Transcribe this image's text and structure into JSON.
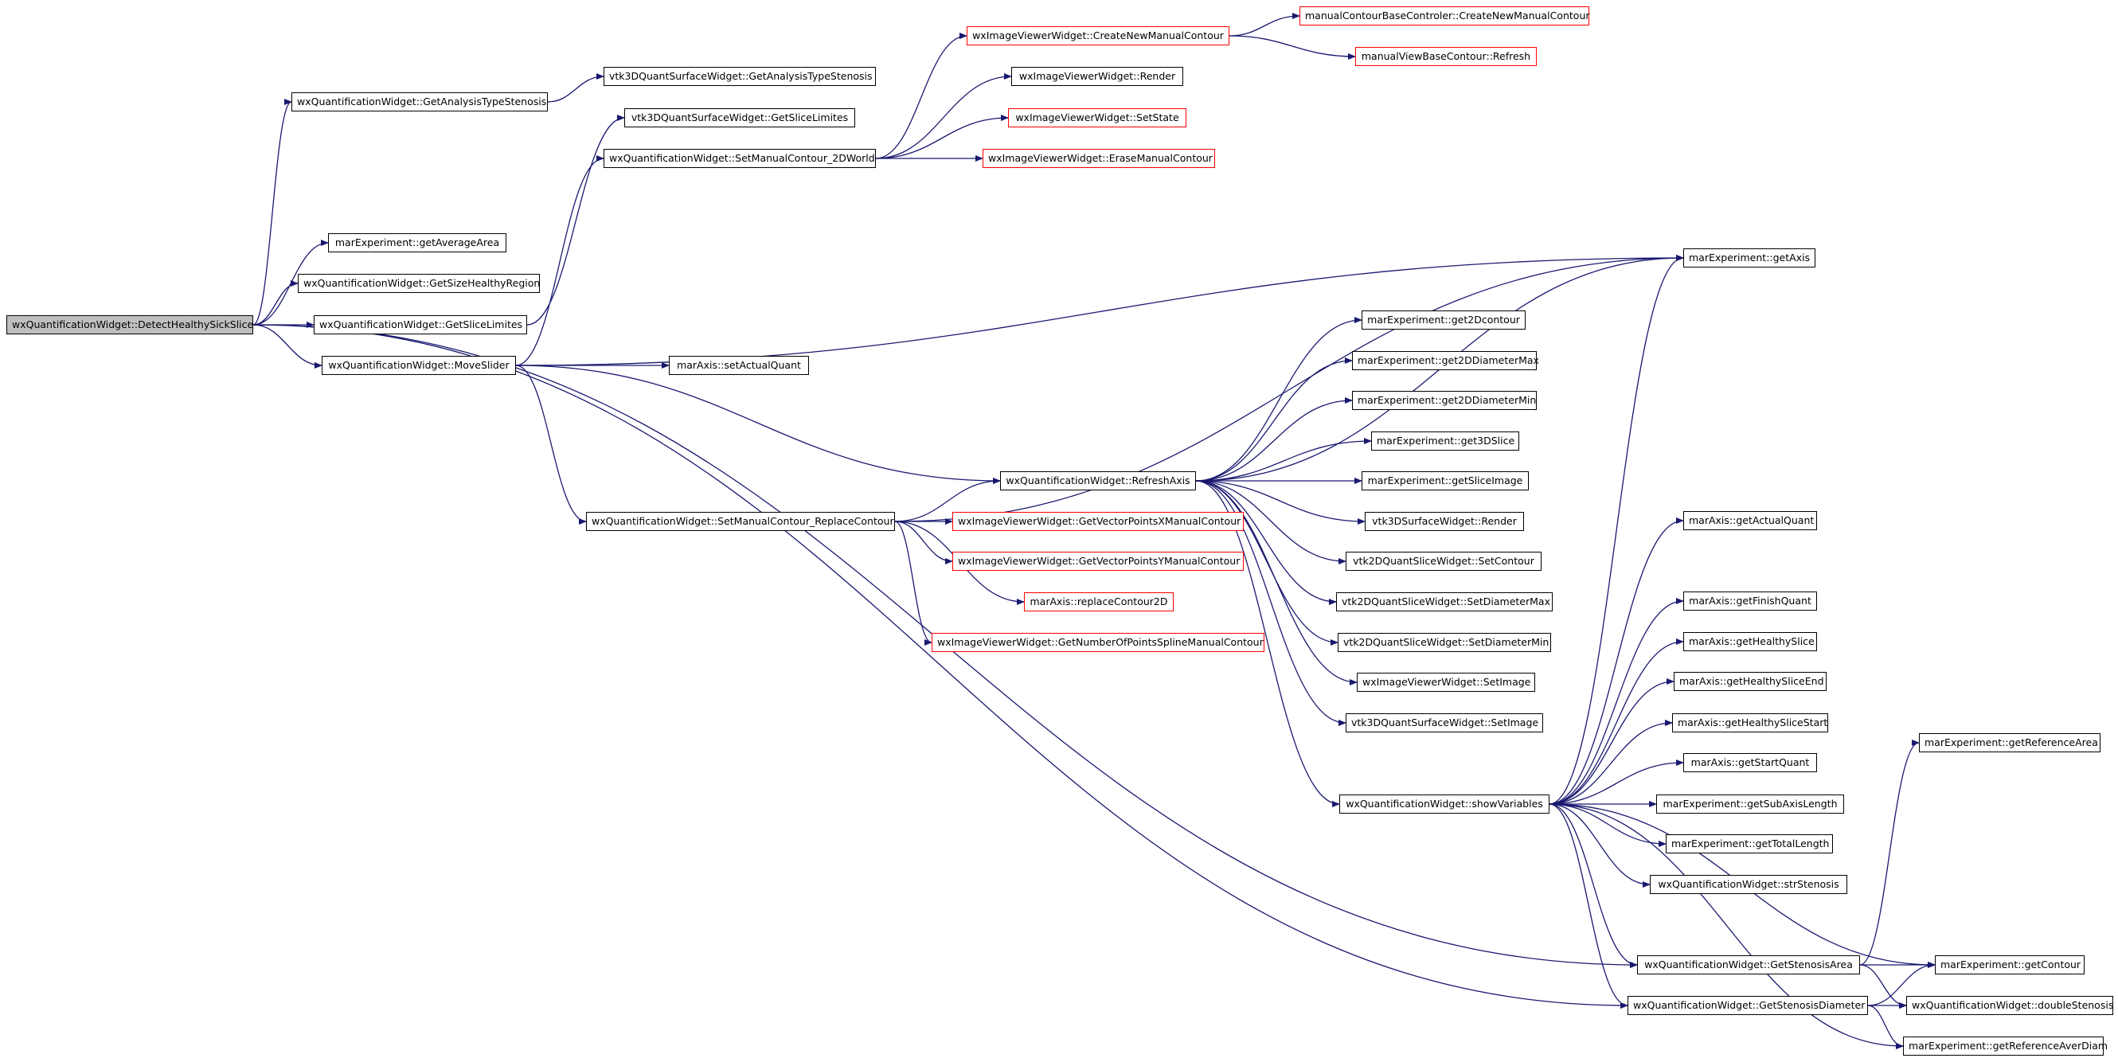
{
  "colors": {
    "edge": "#191970",
    "node_border": "#000000",
    "incomplete_border": "#ff0000",
    "root_fill": "#bfbfbf"
  },
  "nodes": [
    {
      "id": "n0",
      "label": "wxQuantificationWidget::DetectHealthySickSlice",
      "style": "root"
    },
    {
      "id": "n1",
      "label": "wxQuantificationWidget::GetAnalysisTypeStenosis",
      "style": "normal"
    },
    {
      "id": "n2",
      "label": "vtk3DQuantSurfaceWidget::GetAnalysisTypeStenosis",
      "style": "normal"
    },
    {
      "id": "n3",
      "label": "marExperiment::getAverageArea",
      "style": "normal"
    },
    {
      "id": "n4",
      "label": "wxQuantificationWidget::GetSizeHealthyRegion",
      "style": "normal"
    },
    {
      "id": "n5",
      "label": "wxQuantificationWidget::GetSliceLimites",
      "style": "normal"
    },
    {
      "id": "n6",
      "label": "vtk3DQuantSurfaceWidget::GetSliceLimites",
      "style": "normal"
    },
    {
      "id": "n7",
      "label": "wxQuantificationWidget::MoveSlider",
      "style": "normal"
    },
    {
      "id": "n8",
      "label": "marAxis::setActualQuant",
      "style": "normal"
    },
    {
      "id": "n9",
      "label": "wxQuantificationWidget::SetManualContour_2DWorld",
      "style": "normal"
    },
    {
      "id": "n10",
      "label": "wxImageViewerWidget::CreateNewManualContour",
      "style": "incomplete"
    },
    {
      "id": "n11",
      "label": "manualContourBaseControler::CreateNewManualContour",
      "style": "incomplete"
    },
    {
      "id": "n12",
      "label": "manualViewBaseContour::Refresh",
      "style": "incomplete"
    },
    {
      "id": "n13",
      "label": "wxImageViewerWidget::Render",
      "style": "normal"
    },
    {
      "id": "n14",
      "label": "wxImageViewerWidget::SetState",
      "style": "incomplete"
    },
    {
      "id": "n15",
      "label": "wxImageViewerWidget::EraseManualContour",
      "style": "incomplete"
    },
    {
      "id": "n16",
      "label": "marExperiment::getAxis",
      "style": "normal"
    },
    {
      "id": "n17",
      "label": "wxQuantificationWidget::RefreshAxis",
      "style": "normal"
    },
    {
      "id": "n18",
      "label": "wxQuantificationWidget::SetManualContour_ReplaceContour",
      "style": "normal"
    },
    {
      "id": "n19",
      "label": "wxImageViewerWidget::GetVectorPointsXManualContour",
      "style": "incomplete"
    },
    {
      "id": "n20",
      "label": "wxImageViewerWidget::GetVectorPointsYManualContour",
      "style": "incomplete"
    },
    {
      "id": "n21",
      "label": "marAxis::replaceContour2D",
      "style": "incomplete"
    },
    {
      "id": "n22",
      "label": "wxImageViewerWidget::GetNumberOfPointsSplineManualContour",
      "style": "incomplete"
    },
    {
      "id": "n23",
      "label": "marExperiment::get2Dcontour",
      "style": "normal"
    },
    {
      "id": "n24",
      "label": "marExperiment::get2DDiameterMax",
      "style": "normal"
    },
    {
      "id": "n25",
      "label": "marExperiment::get2DDiameterMin",
      "style": "normal"
    },
    {
      "id": "n26",
      "label": "marExperiment::get3DSlice",
      "style": "normal"
    },
    {
      "id": "n27",
      "label": "marExperiment::getSliceImage",
      "style": "normal"
    },
    {
      "id": "n28",
      "label": "vtk3DSurfaceWidget::Render",
      "style": "normal"
    },
    {
      "id": "n29",
      "label": "vtk2DQuantSliceWidget::SetContour",
      "style": "normal"
    },
    {
      "id": "n30",
      "label": "vtk2DQuantSliceWidget::SetDiameterMax",
      "style": "normal"
    },
    {
      "id": "n31",
      "label": "vtk2DQuantSliceWidget::SetDiameterMin",
      "style": "normal"
    },
    {
      "id": "n32",
      "label": "wxImageViewerWidget::SetImage",
      "style": "normal"
    },
    {
      "id": "n33",
      "label": "vtk3DQuantSurfaceWidget::SetImage",
      "style": "normal"
    },
    {
      "id": "n34",
      "label": "wxQuantificationWidget::showVariables",
      "style": "normal"
    },
    {
      "id": "n35",
      "label": "marAxis::getActualQuant",
      "style": "normal"
    },
    {
      "id": "n36",
      "label": "marAxis::getFinishQuant",
      "style": "normal"
    },
    {
      "id": "n37",
      "label": "marAxis::getHealthySlice",
      "style": "normal"
    },
    {
      "id": "n38",
      "label": "marAxis::getHealthySliceEnd",
      "style": "normal"
    },
    {
      "id": "n39",
      "label": "marAxis::getHealthySliceStart",
      "style": "normal"
    },
    {
      "id": "n40",
      "label": "marExperiment::getReferenceArea",
      "style": "normal"
    },
    {
      "id": "n41",
      "label": "marAxis::getStartQuant",
      "style": "normal"
    },
    {
      "id": "n42",
      "label": "marExperiment::getSubAxisLength",
      "style": "normal"
    },
    {
      "id": "n43",
      "label": "marExperiment::getTotalLength",
      "style": "normal"
    },
    {
      "id": "n44",
      "label": "wxQuantificationWidget::strStenosis",
      "style": "normal"
    },
    {
      "id": "n45",
      "label": "wxQuantificationWidget::GetStenosisArea",
      "style": "normal"
    },
    {
      "id": "n46",
      "label": "marExperiment::getContour",
      "style": "normal"
    },
    {
      "id": "n47",
      "label": "wxQuantificationWidget::GetStenosisDiameter",
      "style": "normal"
    },
    {
      "id": "n48",
      "label": "wxQuantificationWidget::doubleStenosis",
      "style": "normal"
    },
    {
      "id": "n49",
      "label": "marExperiment::getReferenceAverDiam",
      "style": "normal"
    }
  ],
  "edges": [
    [
      "n0",
      "n1"
    ],
    [
      "n0",
      "n3"
    ],
    [
      "n0",
      "n4"
    ],
    [
      "n0",
      "n5"
    ],
    [
      "n0",
      "n7"
    ],
    [
      "n0",
      "n45"
    ],
    [
      "n0",
      "n47"
    ],
    [
      "n1",
      "n2"
    ],
    [
      "n5",
      "n6"
    ],
    [
      "n7",
      "n8"
    ],
    [
      "n7",
      "n9"
    ],
    [
      "n7",
      "n16"
    ],
    [
      "n7",
      "n17"
    ],
    [
      "n7",
      "n18"
    ],
    [
      "n9",
      "n10"
    ],
    [
      "n9",
      "n13"
    ],
    [
      "n9",
      "n14"
    ],
    [
      "n9",
      "n15"
    ],
    [
      "n10",
      "n11"
    ],
    [
      "n10",
      "n12"
    ],
    [
      "n18",
      "n16"
    ],
    [
      "n18",
      "n17"
    ],
    [
      "n18",
      "n19"
    ],
    [
      "n18",
      "n20"
    ],
    [
      "n18",
      "n21"
    ],
    [
      "n18",
      "n22"
    ],
    [
      "n17",
      "n16"
    ],
    [
      "n17",
      "n23"
    ],
    [
      "n17",
      "n24"
    ],
    [
      "n17",
      "n25"
    ],
    [
      "n17",
      "n26"
    ],
    [
      "n17",
      "n27"
    ],
    [
      "n17",
      "n28"
    ],
    [
      "n17",
      "n29"
    ],
    [
      "n17",
      "n30"
    ],
    [
      "n17",
      "n31"
    ],
    [
      "n17",
      "n32"
    ],
    [
      "n17",
      "n33"
    ],
    [
      "n17",
      "n34"
    ],
    [
      "n34",
      "n16"
    ],
    [
      "n34",
      "n35"
    ],
    [
      "n34",
      "n36"
    ],
    [
      "n34",
      "n37"
    ],
    [
      "n34",
      "n38"
    ],
    [
      "n34",
      "n39"
    ],
    [
      "n34",
      "n41"
    ],
    [
      "n34",
      "n42"
    ],
    [
      "n34",
      "n43"
    ],
    [
      "n34",
      "n44"
    ],
    [
      "n34",
      "n45"
    ],
    [
      "n34",
      "n46"
    ],
    [
      "n34",
      "n47"
    ],
    [
      "n34",
      "n49"
    ],
    [
      "n45",
      "n40"
    ],
    [
      "n45",
      "n46"
    ],
    [
      "n45",
      "n48"
    ],
    [
      "n47",
      "n46"
    ],
    [
      "n47",
      "n48"
    ],
    [
      "n47",
      "n49"
    ]
  ]
}
